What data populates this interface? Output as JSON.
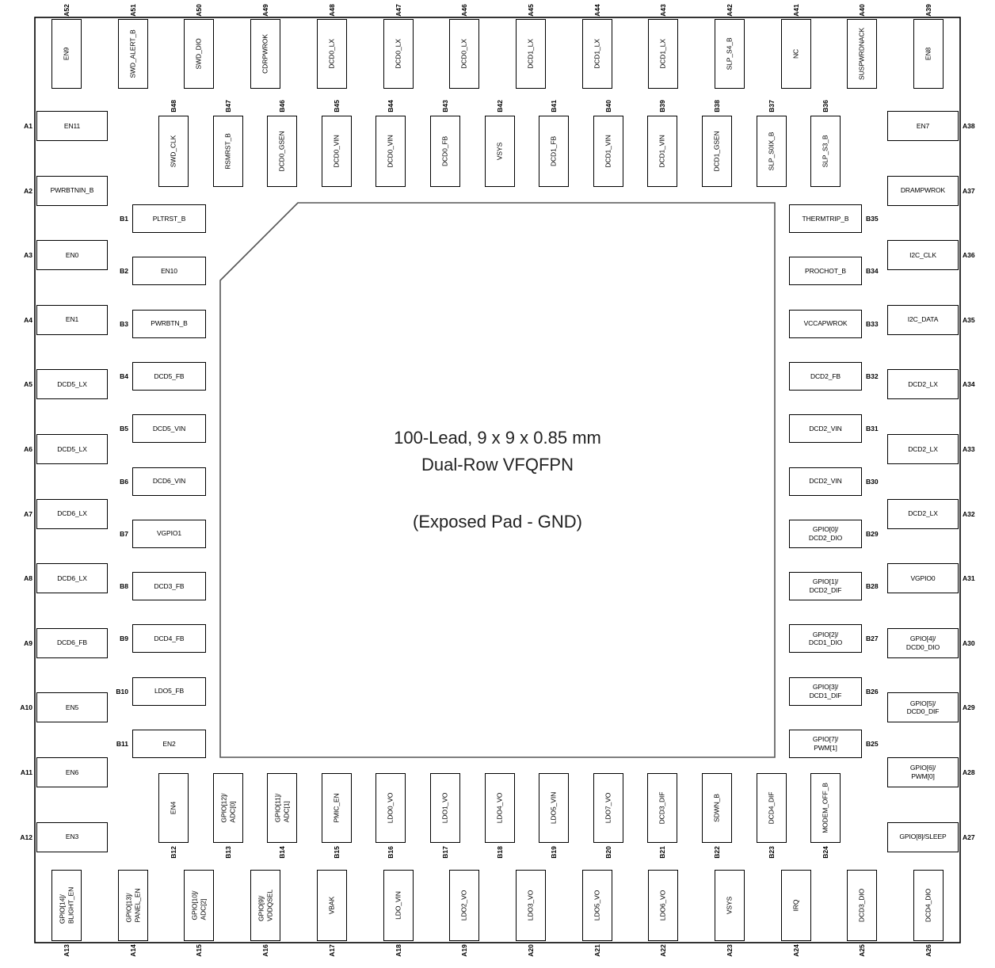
{
  "package": {
    "title_line1": "100-Lead, 9 x 9 x 0.85 mm",
    "title_line2": "Dual-Row VFQFPN",
    "exposed_pad": "(Exposed Pad - GND)"
  },
  "outer_top": [
    {
      "id": "A52",
      "name": "EN9"
    },
    {
      "id": "A51",
      "name": "SWD_ALERT_B"
    },
    {
      "id": "A50",
      "name": "SWD_DIO"
    },
    {
      "id": "A49",
      "name": "CDRPWROK"
    },
    {
      "id": "A48",
      "name": "DCD0_LX"
    },
    {
      "id": "A47",
      "name": "DCD0_LX"
    },
    {
      "id": "A46",
      "name": "DCD0_LX"
    },
    {
      "id": "A45",
      "name": "DCD1_LX"
    },
    {
      "id": "A44",
      "name": "DCD1_LX"
    },
    {
      "id": "A43",
      "name": "DCD1_LX"
    },
    {
      "id": "A42",
      "name": "SLP_S4_B"
    },
    {
      "id": "A41",
      "name": "NC"
    },
    {
      "id": "A40",
      "name": "SUSPWRDNACK"
    },
    {
      "id": "A39",
      "name": "EN8"
    }
  ],
  "inner_top": [
    {
      "id": "B48",
      "name": "SWD_CLK"
    },
    {
      "id": "B47",
      "name": "RSMRST_B"
    },
    {
      "id": "B46",
      "name": "DCD0_GSEN"
    },
    {
      "id": "B45",
      "name": "DCD0_VIN"
    },
    {
      "id": "B44",
      "name": "DCD0_VIN"
    },
    {
      "id": "B43",
      "name": "DCD0_FB"
    },
    {
      "id": "B42",
      "name": "VSYS"
    },
    {
      "id": "B41",
      "name": "DCD1_FB"
    },
    {
      "id": "B40",
      "name": "DCD1_VIN"
    },
    {
      "id": "B39",
      "name": "DCD1_VIN"
    },
    {
      "id": "B38",
      "name": "DCD1_GSEN"
    },
    {
      "id": "B37",
      "name": "SLP_S0IX_B"
    },
    {
      "id": "B36",
      "name": "SLP_S3_B"
    }
  ],
  "outer_left": [
    {
      "id": "A1",
      "name": "EN11"
    },
    {
      "id": "A2",
      "name": "PWRBTNIN_B"
    },
    {
      "id": "A3",
      "name": "EN0"
    },
    {
      "id": "A4",
      "name": "EN1"
    },
    {
      "id": "A5",
      "name": "DCD5_LX"
    },
    {
      "id": "A6",
      "name": "DCD5_LX"
    },
    {
      "id": "A7",
      "name": "DCD6_LX"
    },
    {
      "id": "A8",
      "name": "DCD6_LX"
    },
    {
      "id": "A9",
      "name": "DCD6_FB"
    },
    {
      "id": "A10",
      "name": "EN5"
    },
    {
      "id": "A11",
      "name": "EN6"
    },
    {
      "id": "A12",
      "name": "EN3"
    }
  ],
  "inner_left": [
    {
      "id": "B1",
      "name": "PLTRST_B"
    },
    {
      "id": "B2",
      "name": "EN10"
    },
    {
      "id": "B3",
      "name": "PWRBTN_B"
    },
    {
      "id": "B4",
      "name": "DCD5_FB"
    },
    {
      "id": "B5",
      "name": "DCD5_VIN"
    },
    {
      "id": "B6",
      "name": "DCD6_VIN"
    },
    {
      "id": "B7",
      "name": "VGPIO1"
    },
    {
      "id": "B8",
      "name": "DCD3_FB"
    },
    {
      "id": "B9",
      "name": "DCD4_FB"
    },
    {
      "id": "B10",
      "name": "LDO5_FB"
    },
    {
      "id": "B11",
      "name": "EN2"
    }
  ],
  "outer_right": [
    {
      "id": "A38",
      "name": "EN7"
    },
    {
      "id": "A37",
      "name": "DRAMPWROK"
    },
    {
      "id": "A36",
      "name": "I2C_CLK"
    },
    {
      "id": "A35",
      "name": "I2C_DATA"
    },
    {
      "id": "A34",
      "name": "DCD2_LX"
    },
    {
      "id": "A33",
      "name": "DCD2_LX"
    },
    {
      "id": "A32",
      "name": "DCD2_LX"
    },
    {
      "id": "A31",
      "name": "VGPIO0"
    },
    {
      "id": "A30",
      "name": "GPIO[4]/ DCD0_DIO"
    },
    {
      "id": "A29",
      "name": "GPIO[5]/ DCD0_DIF"
    },
    {
      "id": "A28",
      "name": "GPIO[6]/ PWM[0]"
    },
    {
      "id": "A27",
      "name": "GPIO[8]/SLEEP"
    }
  ],
  "inner_right": [
    {
      "id": "B35",
      "name": "THERMTRIP_B"
    },
    {
      "id": "B34",
      "name": "PROCHOT_B"
    },
    {
      "id": "B33",
      "name": "VCCAPWROK"
    },
    {
      "id": "B32",
      "name": "DCD2_FB"
    },
    {
      "id": "B31",
      "name": "DCD2_VIN"
    },
    {
      "id": "B30",
      "name": "DCD2_VIN"
    },
    {
      "id": "B29",
      "name": "GPIO[0]/ DCD2_DIO"
    },
    {
      "id": "B28",
      "name": "GPIO[1]/ DCD2_DIF"
    },
    {
      "id": "B27",
      "name": "GPIO[2]/ DCD1_DIO"
    },
    {
      "id": "B26",
      "name": "GPIO[3]/ DCD1_DIF"
    },
    {
      "id": "B25",
      "name": "GPIO[7]/ PWM[1]"
    }
  ],
  "inner_bottom": [
    {
      "id": "B12",
      "name": "EN4"
    },
    {
      "id": "B13",
      "name": "GPIO[12]/ ADC[0]"
    },
    {
      "id": "B14",
      "name": "GPIO[11]/ ADC[1]"
    },
    {
      "id": "B15",
      "name": "PMIC_EN"
    },
    {
      "id": "B16",
      "name": "LDO0_VO"
    },
    {
      "id": "B17",
      "name": "LDO1_VO"
    },
    {
      "id": "B18",
      "name": "LDO4_VO"
    },
    {
      "id": "B19",
      "name": "LDO5_VIN"
    },
    {
      "id": "B20",
      "name": "LDO7_VO"
    },
    {
      "id": "B21",
      "name": "DCD3_DIF"
    },
    {
      "id": "B22",
      "name": "SDWN_B"
    },
    {
      "id": "B23",
      "name": "DCD4_DIF"
    },
    {
      "id": "B24",
      "name": "MODEM_OFF_B"
    }
  ],
  "outer_bottom": [
    {
      "id": "A13",
      "name": "GPIO[14]/ BLIGHT_EN"
    },
    {
      "id": "A14",
      "name": "GPIO[13]/ PANEL_EN"
    },
    {
      "id": "A15",
      "name": "GPIO[10]/ ADC[2]"
    },
    {
      "id": "A16",
      "name": "GPIO[9]/ VDDQSEL"
    },
    {
      "id": "A17",
      "name": "VBAK"
    },
    {
      "id": "A18",
      "name": "LDO_VIN"
    },
    {
      "id": "A19",
      "name": "LDO2_VO"
    },
    {
      "id": "A20",
      "name": "LDO3_VO"
    },
    {
      "id": "A21",
      "name": "LDO5_VO"
    },
    {
      "id": "A22",
      "name": "LDO6_VO"
    },
    {
      "id": "A23",
      "name": "VSYS"
    },
    {
      "id": "A24",
      "name": "IRQ"
    },
    {
      "id": "A25",
      "name": "DCD3_DIO"
    },
    {
      "id": "A26",
      "name": "DCD4_DIO"
    }
  ]
}
